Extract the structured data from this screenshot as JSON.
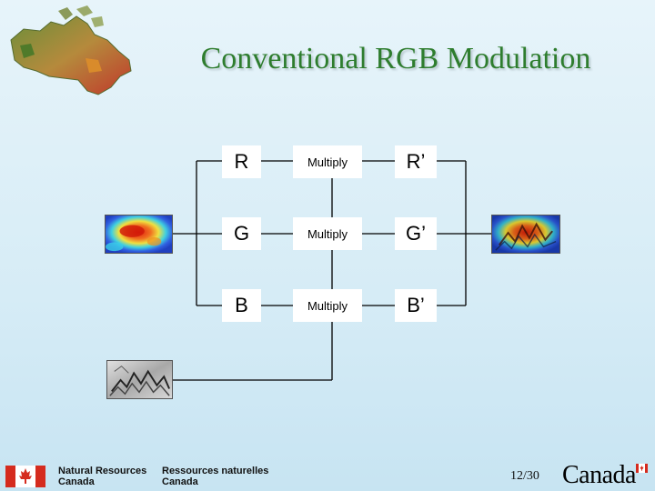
{
  "title": "Conventional RGB Modulation",
  "channels": [
    {
      "input": "R",
      "operation": "Multiply",
      "output": "R’"
    },
    {
      "input": "G",
      "operation": "Multiply",
      "output": "G’"
    },
    {
      "input": "B",
      "operation": "Multiply",
      "output": "B’"
    }
  ],
  "images": {
    "input": "elevation-color-image",
    "shading": "hillshade-grayscale-image",
    "output": "modulated-color-image"
  },
  "footer": {
    "department_en_line1": "Natural Resources",
    "department_en_line2": "Canada",
    "department_fr_line1": "Ressources naturelles",
    "department_fr_line2": "Canada",
    "page_number": "12/30",
    "wordmark": "Canada"
  },
  "colors": {
    "title": "#2e7d2e",
    "background": "#d6ecf6",
    "flag_red": "#d52b1e"
  }
}
